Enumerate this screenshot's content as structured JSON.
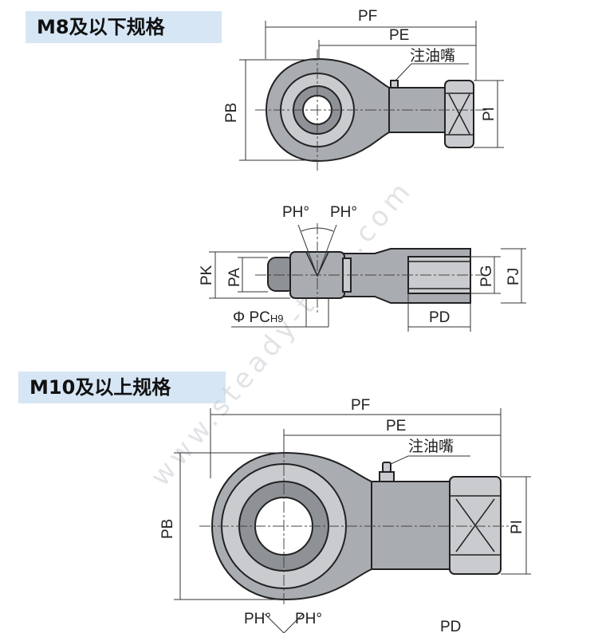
{
  "headings": {
    "small": "M8及以下规格",
    "large": "M10及以上规格"
  },
  "labels": {
    "pf": "PF",
    "pe": "PE",
    "pb": "PB",
    "pi": "PI",
    "oil": "注油嘴",
    "ph": "PH°",
    "pk": "PK",
    "pa": "PA",
    "pg": "PG",
    "pj": "PJ",
    "pd": "PD",
    "pc": "Φ PC",
    "pc_tol": "H9"
  },
  "watermark": "www.steady-tech.com",
  "colors": {
    "heading_bg": "#d6e6f5",
    "part_body": "#a9acb1"
  }
}
